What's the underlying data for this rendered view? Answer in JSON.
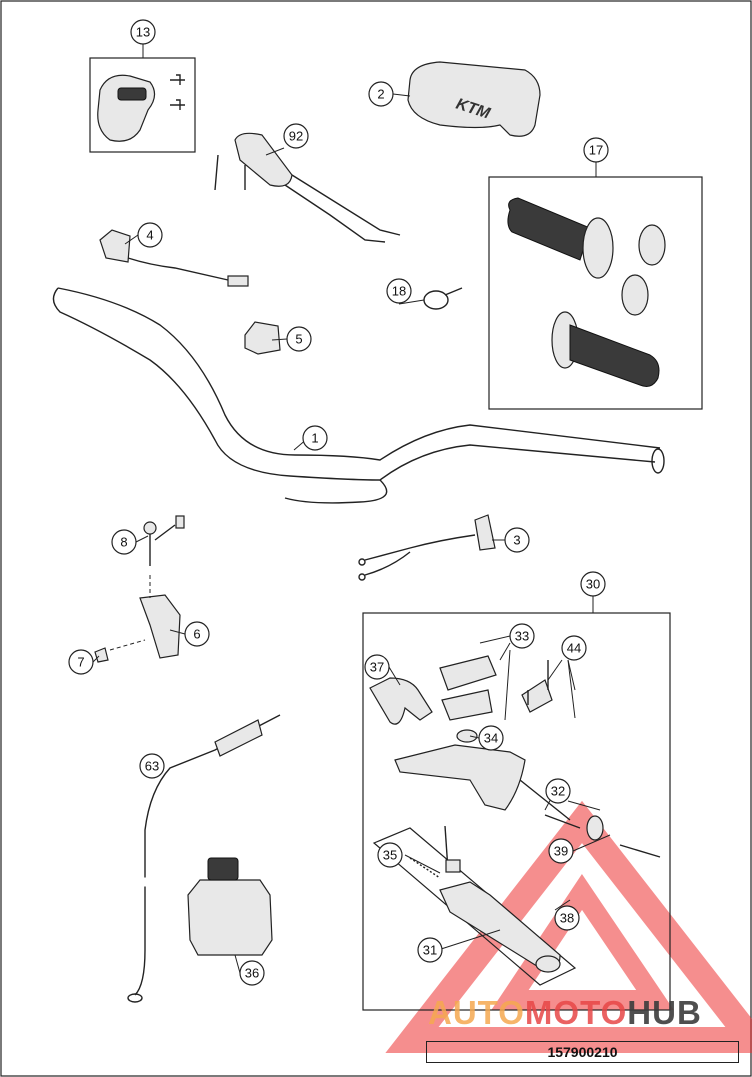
{
  "diagram": {
    "callouts": [
      "13",
      "2",
      "92",
      "17",
      "4",
      "18",
      "5",
      "1",
      "8",
      "3",
      "30",
      "6",
      "33",
      "44",
      "7",
      "37",
      "34",
      "63",
      "32",
      "35",
      "39",
      "38",
      "31",
      "36"
    ],
    "document_number": "157900210"
  },
  "watermark": {
    "part_a": "AUTO",
    "part_b": "MOTO",
    "part_c": "HUB",
    "colors": {
      "orange": "#f5a850",
      "red": "#e64646",
      "dark": "#3c3c3c"
    }
  }
}
